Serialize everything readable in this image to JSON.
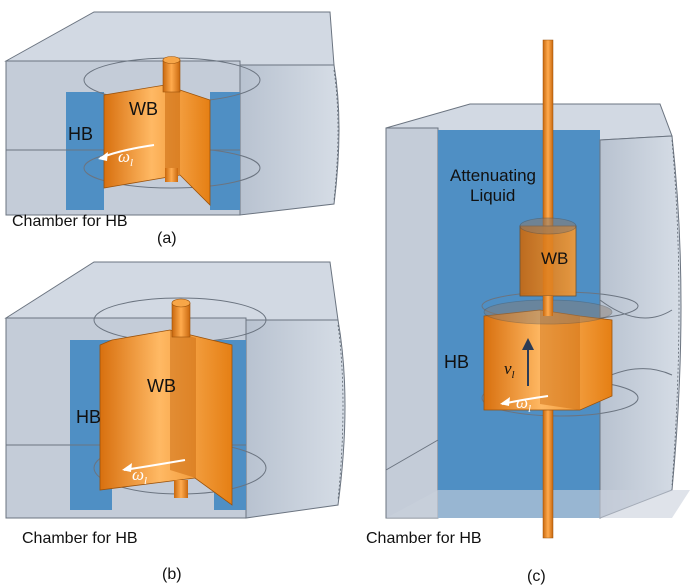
{
  "panels": {
    "a": {
      "tag": "(a)",
      "caption": "Chamber for HB",
      "hb": "HB",
      "wb": "WB",
      "omega_base": "ω",
      "omega_sub": "l"
    },
    "b": {
      "tag": "(b)",
      "caption": "Chamber for HB",
      "hb": "HB",
      "wb": "WB",
      "omega_base": "ω",
      "omega_sub": "l"
    },
    "c": {
      "tag": "(c)",
      "caption": "Chamber for HB",
      "hb": "HB",
      "wb": "WB",
      "liquid_line1": "Attenuating",
      "liquid_line2": "Liquid",
      "omega_base": "ω",
      "omega_sub": "l",
      "v_base": "v",
      "v_sub": "l"
    }
  },
  "colors": {
    "chamber_glass": "#c9d1dc",
    "liquid_blue": "#4f8fc4",
    "copper": "#f08a1c",
    "copper_highlight": "#ffc27a",
    "copper_dark": "#b45e0e",
    "arrow_dark": "#2b3b55"
  }
}
